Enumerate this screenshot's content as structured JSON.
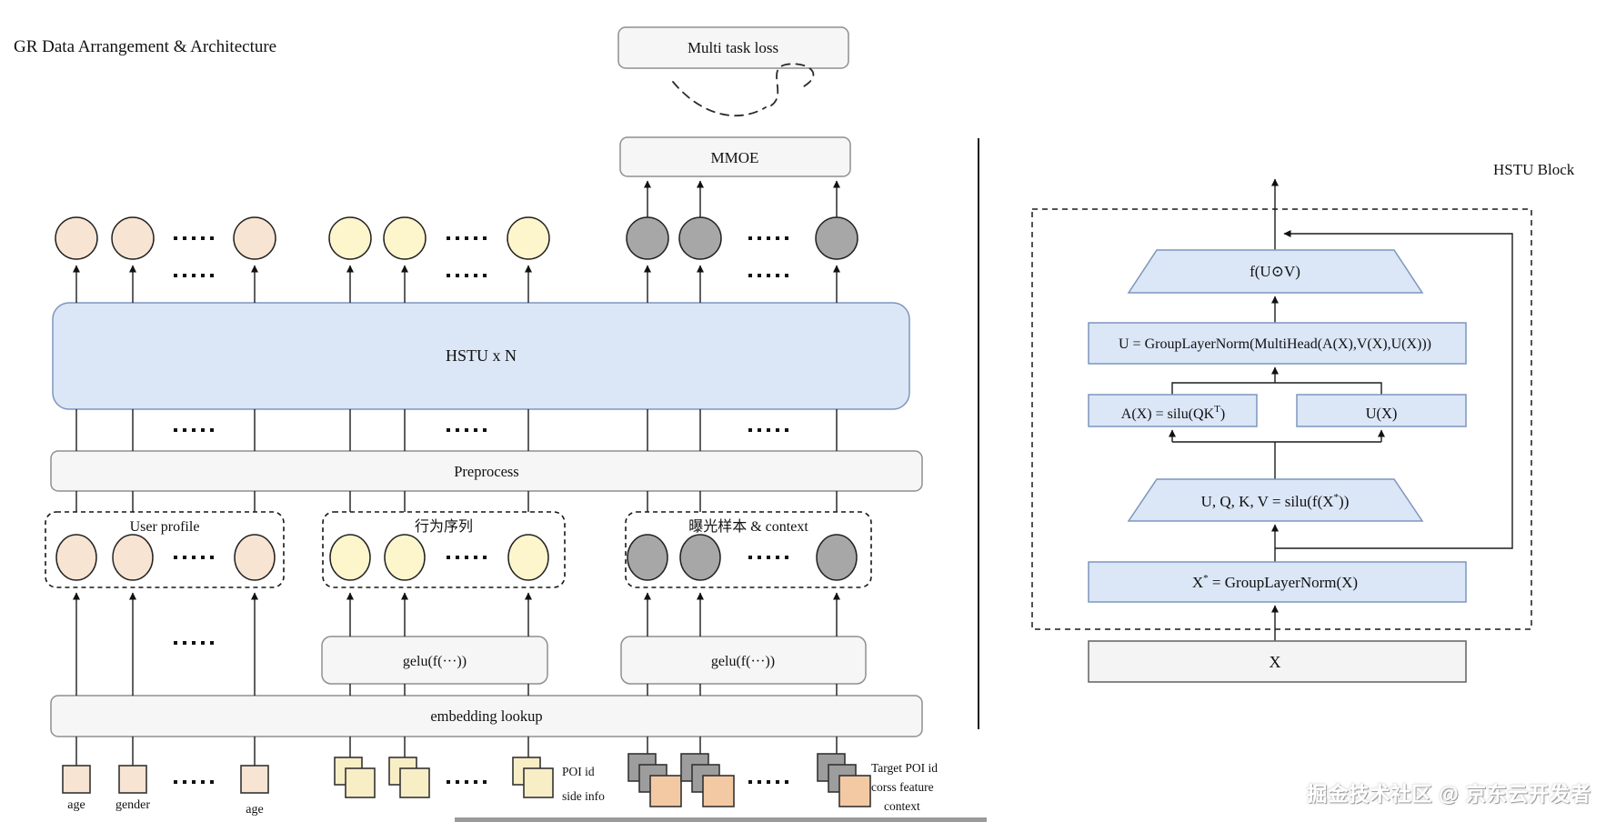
{
  "title": "GR Data Arrangement & Architecture",
  "watermark": "掘金技术社区 @ 京东云开发者",
  "colors": {
    "blue-fill": "#dbe6f6",
    "blue-border": "#7d96bd",
    "box-fill": "#f6f6f6",
    "box-border": "#8f8f8f",
    "peach": "#f8e4d2",
    "yellow": "#fdf5cc",
    "gray-token": "#a7a7a7",
    "yellow-sq": "#f8eec6",
    "gray-sq": "#9d9d9d",
    "orange": "#f3c9a3",
    "line": "#1b1b1b"
  },
  "left": {
    "multi_task_loss": "Multi task loss",
    "mmoe": "MMOE",
    "hstu": "HSTU x N",
    "preprocess": "Preprocess",
    "user_profile": "User profile",
    "behavior_seq": "行为序列",
    "exposure_context": "曝光样本 & context",
    "gelu_left": "gelu(f(···))",
    "gelu_right": "gelu(f(···))",
    "embedding": "embedding lookup",
    "inputs": {
      "age1": "age",
      "gender": "gender",
      "age2": "age",
      "poi_id": "POI id",
      "side_info": "side info",
      "target_poi_id": "Target POI id",
      "corss_feature": "corss feature",
      "context": "context"
    }
  },
  "right": {
    "block_title": "HSTU Block",
    "f_uv": "f(U⊙V)",
    "u_norm": "U = GroupLayerNorm(MultiHead(A(X),V(X),U(X)))",
    "a_box": {
      "main": "A(X) = silu(QK",
      "sup": "T",
      "close": ")"
    },
    "u_x": "U(X)",
    "uqkv": {
      "main": "U, Q, K, V = silu(f(X",
      "sup": "*",
      "close": "))"
    },
    "x_star": {
      "main": "X",
      "sup": "*",
      "close": " = GroupLayerNorm(X)"
    },
    "x": "X"
  }
}
